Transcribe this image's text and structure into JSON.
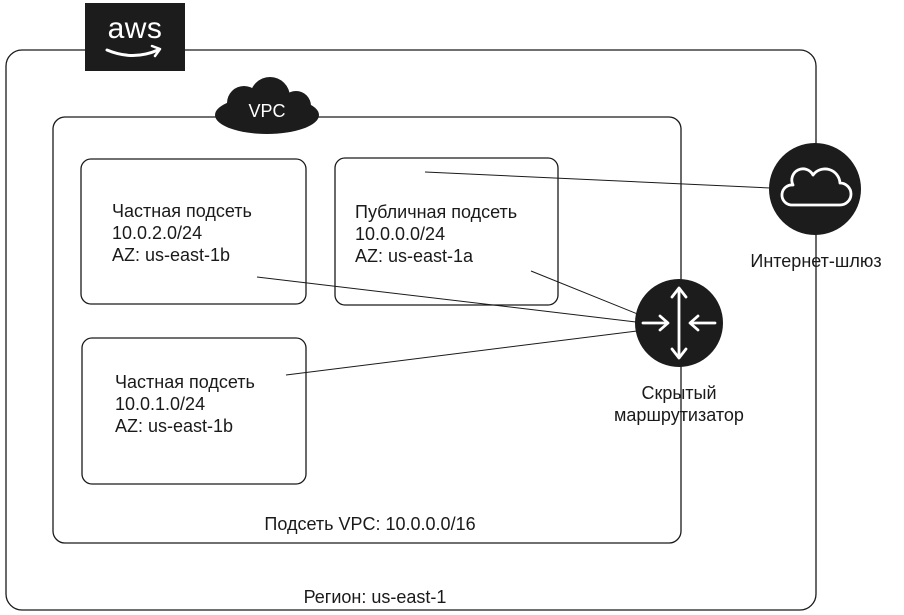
{
  "logo": {
    "text": "aws"
  },
  "vpc": {
    "badge": "VPC",
    "cidr_label": "Подсеть VPC: 10.0.0.0/16"
  },
  "region": {
    "label": "Регион: us-east-1"
  },
  "subnets": [
    {
      "name": "Частная подсеть",
      "cidr": "10.0.2.0/24",
      "az": "AZ: us-east-1b"
    },
    {
      "name": "Публичная подсеть",
      "cidr": "10.0.0.0/24",
      "az": "AZ: us-east-1a"
    },
    {
      "name": "Частная подсеть",
      "cidr": "10.0.1.0/24",
      "az": "AZ: us-east-1b"
    }
  ],
  "internet_gateway": {
    "label": "Интернет-шлюз",
    "icon": "cloud-icon"
  },
  "router": {
    "label_line1": "Скрытый",
    "label_line2": "маршрутизатор",
    "icon": "router-icon"
  },
  "colors": {
    "dark": "#1c1c1c",
    "line": "#1a1a1a",
    "background": "#ffffff"
  }
}
